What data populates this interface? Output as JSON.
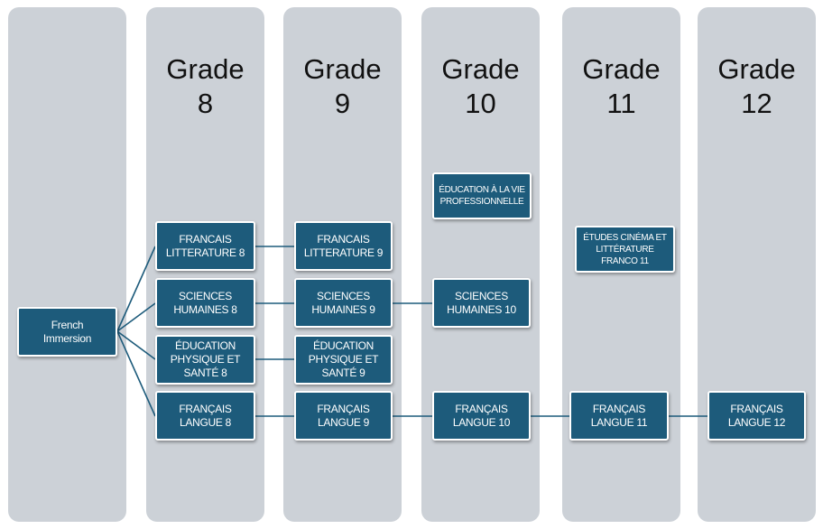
{
  "columns": [
    {
      "title": ""
    },
    {
      "title": "Grade\n8"
    },
    {
      "title": "Grade\n9"
    },
    {
      "title": "Grade\n10"
    },
    {
      "title": "Grade\n11"
    },
    {
      "title": "Grade\n12"
    }
  ],
  "nodes": {
    "root": "French\nImmersion",
    "fl8": "FRANCAIS\nLITTERATURE 8",
    "sh8": "SCIENCES\nHUMAINES 8",
    "eps8": "ÉDUCATION\nPHYSIQUE ET\nSANTÉ 8",
    "fla8": "FRANÇAIS\nLANGUE 8",
    "fl9": "FRANCAIS\nLITTERATURE 9",
    "sh9": "SCIENCES\nHUMAINES 9",
    "eps9": "ÉDUCATION\nPHYSIQUE ET\nSANTÉ 9",
    "fla9": "FRANÇAIS\nLANGUE 9",
    "evp10": "ÉDUCATION À LA VIE\nPROFESSIONNELLE",
    "sh10": "SCIENCES\nHUMAINES 10",
    "fla10": "FRANÇAIS\nLANGUE 10",
    "ecl11": "ÉTUDES CINÉMA ET\nLITTÉRATURE\nFRANCO 11",
    "fla11": "FRANÇAIS\nLANGUE 11",
    "fla12": "FRANÇAIS\nLANGUE 12"
  },
  "colors": {
    "column": "#ccd1d7",
    "box": "#1d5b7b",
    "line": "#1d5b7b"
  }
}
